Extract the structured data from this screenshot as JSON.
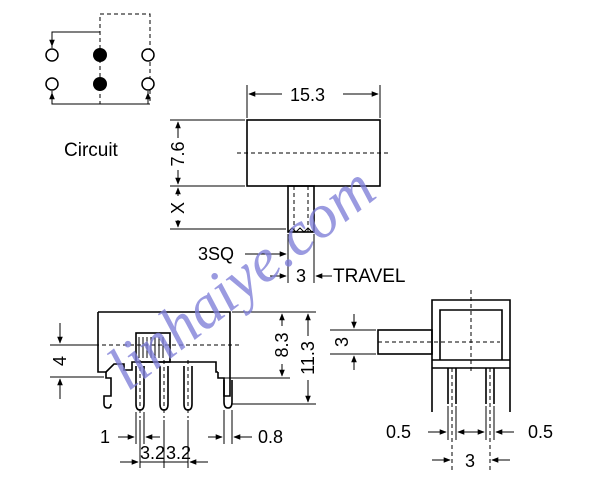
{
  "circuit": {
    "label": "Circuit"
  },
  "side_view": {
    "body_length": "15.3",
    "body_height": "7.6",
    "actuator_height": "X",
    "actuator_size": "3SQ",
    "travel_value": "3",
    "travel_label": "TRAVEL"
  },
  "front_view": {
    "actuator_offset": "4",
    "body_height": "8.3",
    "overall_height": "11.3",
    "pin_width": "1",
    "mount_pin_width": "0.8",
    "pin_pitch_left": "3.2",
    "pin_pitch_right": "3.2"
  },
  "end_view": {
    "actuator_size": "3",
    "pin_left": "0.5",
    "pin_right": "0.5",
    "pin_spacing": "3"
  },
  "watermark": "linhaiye.com"
}
